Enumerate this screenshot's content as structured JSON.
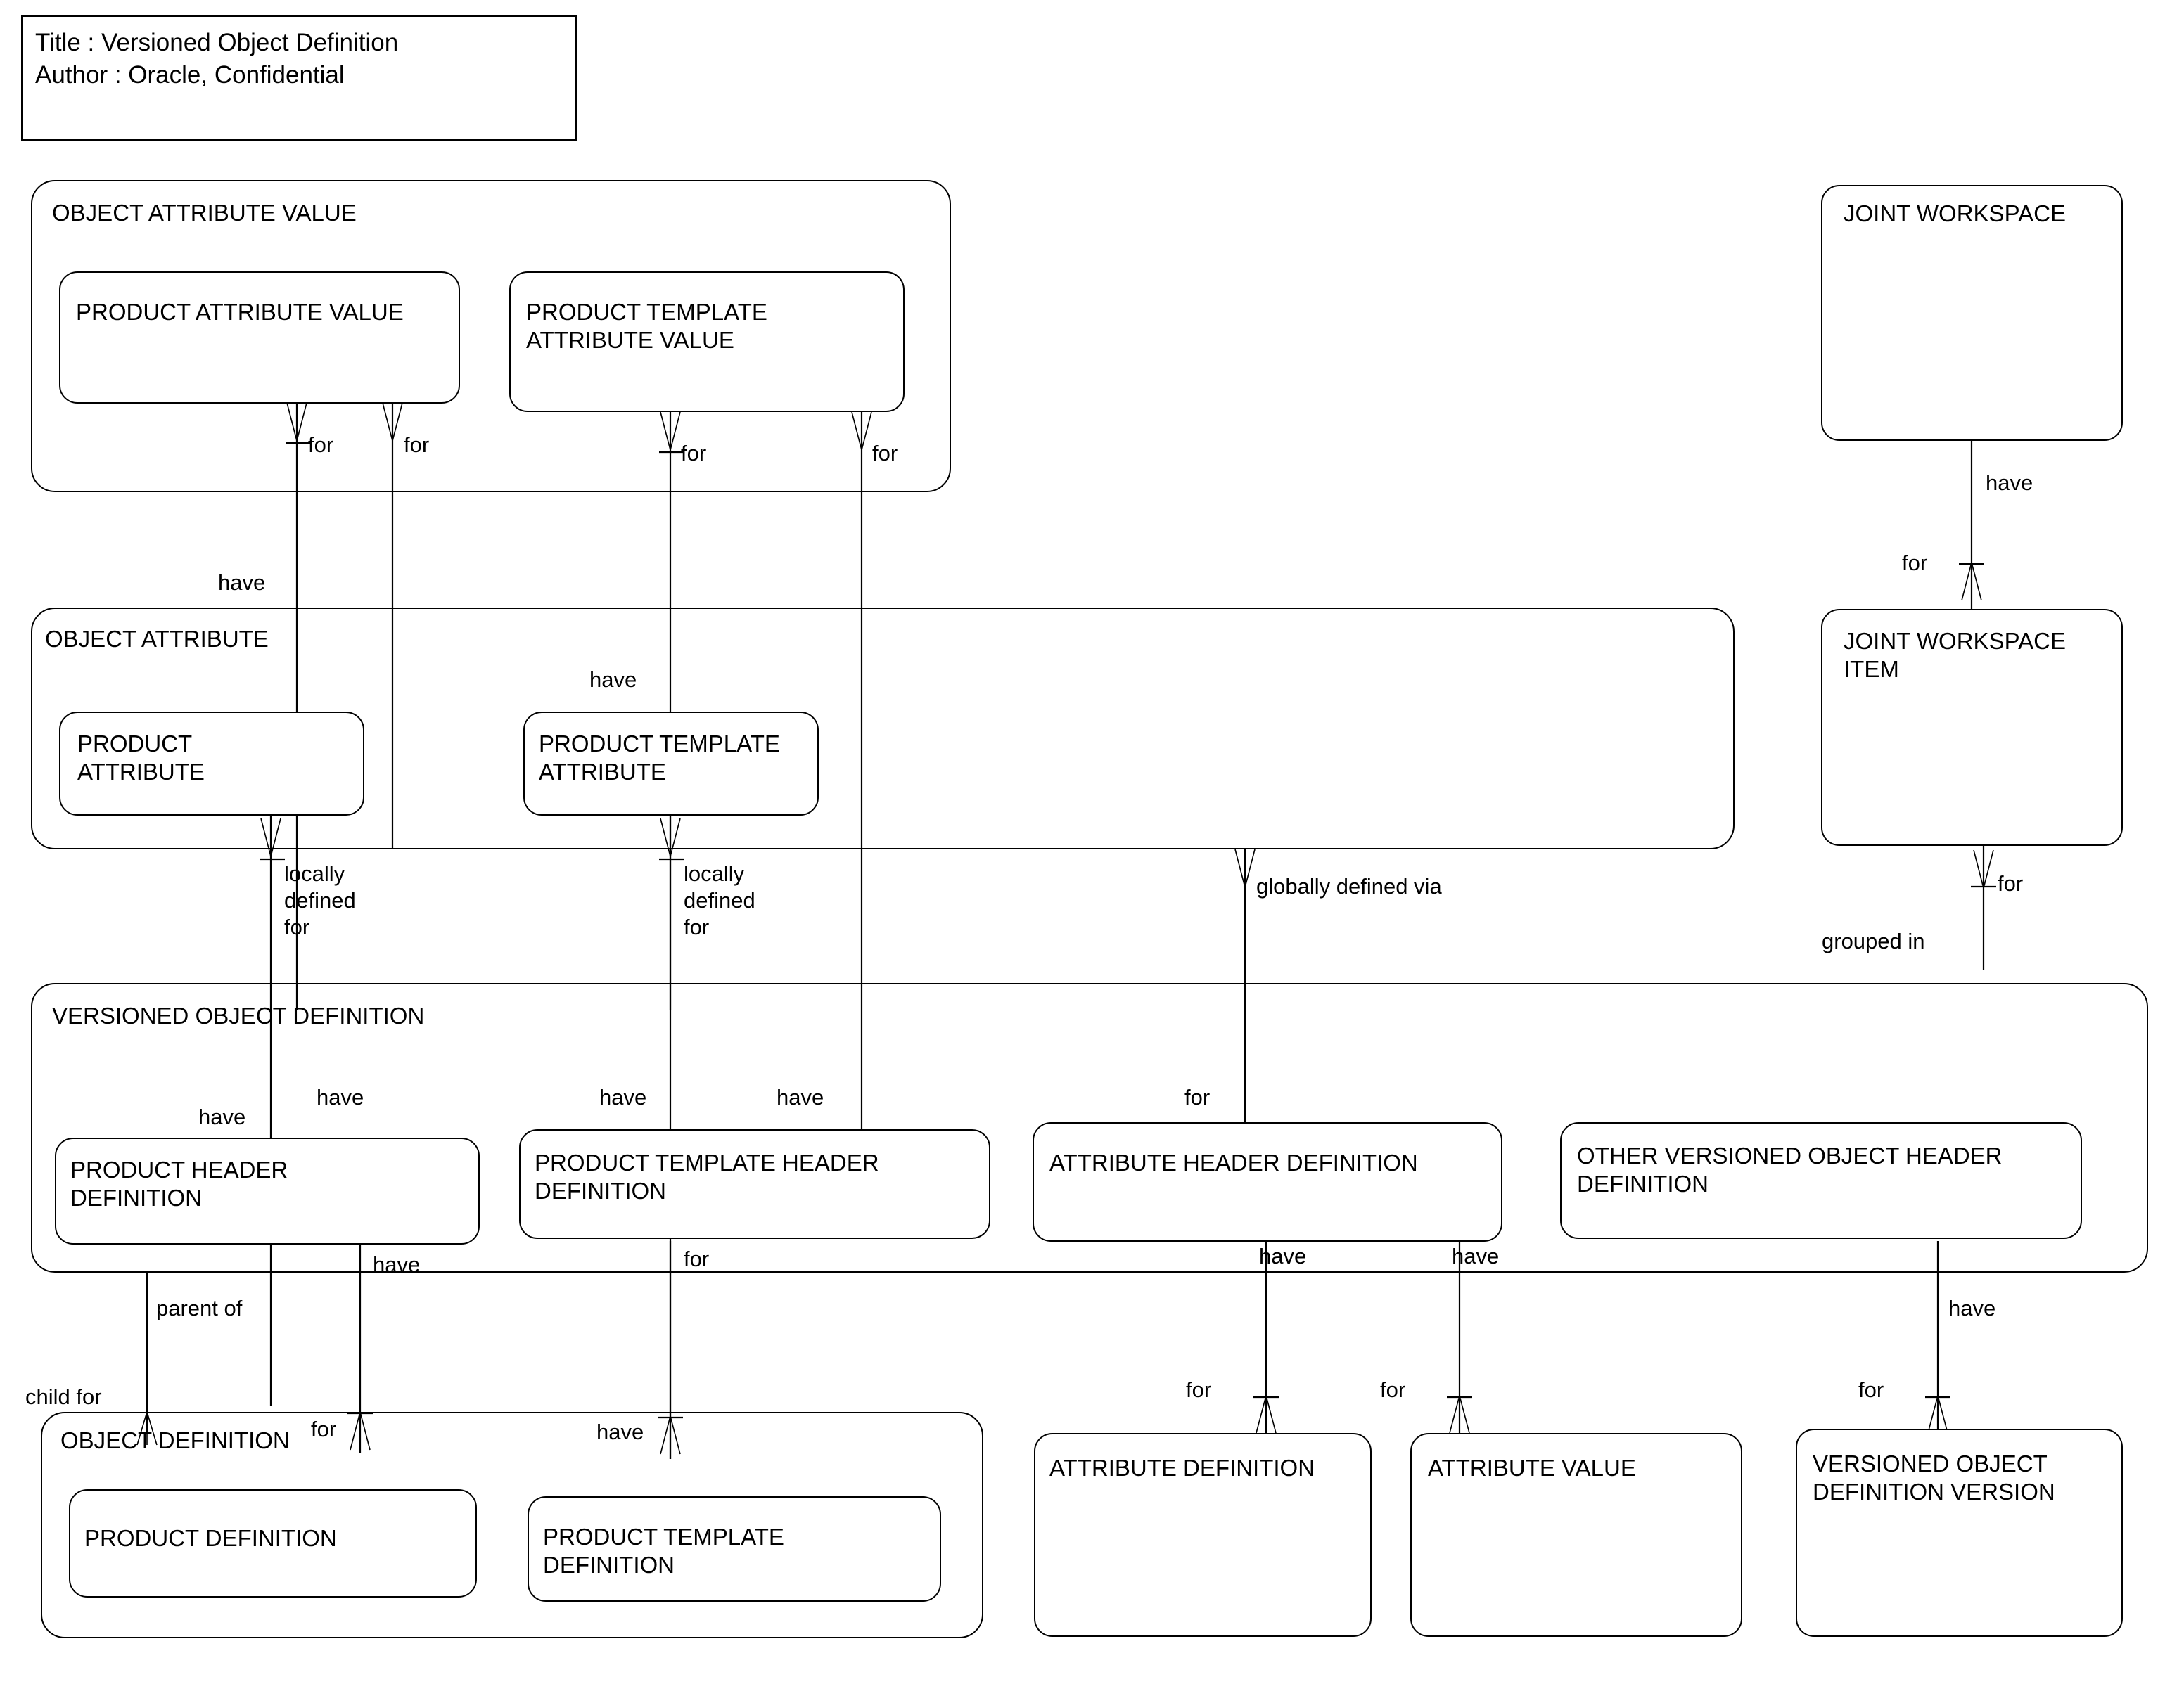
{
  "title_box": {
    "line1": "Title : Versioned Object Definition",
    "line2": "Author : Oracle, Confidential"
  },
  "groups": [
    {
      "id": "object-attribute-value",
      "label": "OBJECT ATTRIBUTE VALUE"
    },
    {
      "id": "object-attribute",
      "label": "OBJECT ATTRIBUTE"
    },
    {
      "id": "versioned-object-definition",
      "label": "VERSIONED OBJECT DEFINITION"
    },
    {
      "id": "object-definition",
      "label": "OBJECT DEFINITION"
    }
  ],
  "entities": [
    {
      "id": "product-attribute-value",
      "label": "PRODUCT ATTRIBUTE VALUE"
    },
    {
      "id": "product-template-attribute-value",
      "label": "PRODUCT TEMPLATE\nATTRIBUTE VALUE"
    },
    {
      "id": "joint-workspace",
      "label": "JOINT WORKSPACE"
    },
    {
      "id": "joint-workspace-item",
      "label": "JOINT WORKSPACE\nITEM"
    },
    {
      "id": "product-attribute",
      "label": "PRODUCT\nATTRIBUTE"
    },
    {
      "id": "product-template-attribute",
      "label": "PRODUCT TEMPLATE\nATTRIBUTE"
    },
    {
      "id": "product-header-definition",
      "label": "PRODUCT HEADER\nDEFINITION"
    },
    {
      "id": "product-template-header-definition",
      "label": "PRODUCT TEMPLATE HEADER\nDEFINITION"
    },
    {
      "id": "attribute-header-definition",
      "label": "ATTRIBUTE HEADER DEFINITION"
    },
    {
      "id": "other-versioned-object-header-definition",
      "label": "OTHER VERSIONED OBJECT HEADER\nDEFINITION"
    },
    {
      "id": "product-definition",
      "label": "PRODUCT DEFINITION"
    },
    {
      "id": "product-template-definition",
      "label": "PRODUCT TEMPLATE\nDEFINITION"
    },
    {
      "id": "attribute-definition",
      "label": "ATTRIBUTE DEFINITION"
    },
    {
      "id": "attribute-value",
      "label": "ATTRIBUTE VALUE"
    },
    {
      "id": "versioned-object-definition-version",
      "label": "VERSIONED OBJECT\nDEFINITION VERSION"
    }
  ],
  "relationship_labels": [
    {
      "id": "for-pav-1",
      "text": "for"
    },
    {
      "id": "for-pav-2",
      "text": "for"
    },
    {
      "id": "for-ptav-1",
      "text": "for"
    },
    {
      "id": "for-ptav-2",
      "text": "for"
    },
    {
      "id": "have-jw",
      "text": "have"
    },
    {
      "id": "for-jwi",
      "text": "for"
    },
    {
      "id": "have-oa-left",
      "text": "have"
    },
    {
      "id": "have-oa-mid",
      "text": "have"
    },
    {
      "id": "locally-defined-for-left",
      "text": "locally\ndefined\nfor"
    },
    {
      "id": "locally-defined-for-mid",
      "text": "locally\ndefined\nfor"
    },
    {
      "id": "globally-defined-via",
      "text": "globally defined via"
    },
    {
      "id": "for-jwi-bottom",
      "text": "for"
    },
    {
      "id": "grouped-in",
      "text": "grouped in"
    },
    {
      "id": "have-vod-1",
      "text": "have"
    },
    {
      "id": "have-vod-2",
      "text": "have"
    },
    {
      "id": "have-vod-3",
      "text": "have"
    },
    {
      "id": "have-vod-4",
      "text": "have"
    },
    {
      "id": "for-ahd",
      "text": "for"
    },
    {
      "id": "have-phd-bottom",
      "text": "have"
    },
    {
      "id": "for-pthd",
      "text": "for"
    },
    {
      "id": "have-ahd-1",
      "text": "have"
    },
    {
      "id": "have-ahd-2",
      "text": "have"
    },
    {
      "id": "have-ovohd",
      "text": "have"
    },
    {
      "id": "parent-of",
      "text": "parent of"
    },
    {
      "id": "child-for",
      "text": "child for"
    },
    {
      "id": "for-od",
      "text": "for"
    },
    {
      "id": "have-ptd",
      "text": "have"
    },
    {
      "id": "for-ad",
      "text": "for"
    },
    {
      "id": "for-av",
      "text": "for"
    },
    {
      "id": "for-vodv",
      "text": "for"
    }
  ],
  "colors": {
    "stroke": "#000000",
    "background": "#ffffff"
  }
}
